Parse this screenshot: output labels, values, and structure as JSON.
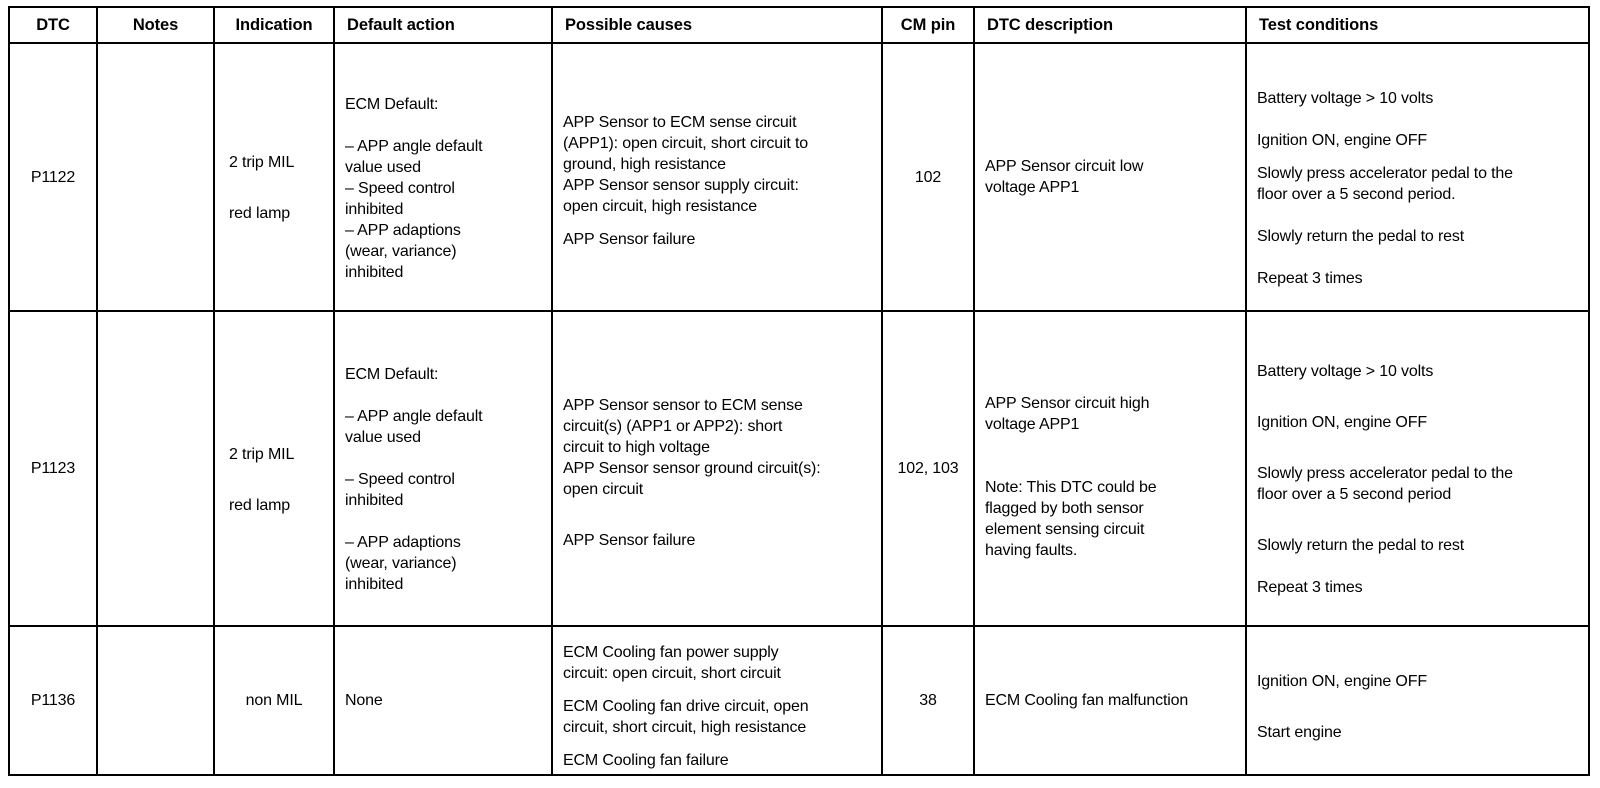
{
  "table": {
    "columns": [
      {
        "key": "dtc",
        "label": "DTC"
      },
      {
        "key": "notes",
        "label": "Notes"
      },
      {
        "key": "indication",
        "label": "Indication"
      },
      {
        "key": "default",
        "label": "Default action"
      },
      {
        "key": "causes",
        "label": "Possible causes"
      },
      {
        "key": "cmpin",
        "label": "CM pin"
      },
      {
        "key": "desc",
        "label": "DTC description"
      },
      {
        "key": "test",
        "label": "Test conditions"
      }
    ],
    "rows": [
      {
        "dtc": "P1122",
        "notes": "",
        "indication_line1": "2 trip MIL",
        "indication_line2": "red lamp",
        "default_heading": "ECM Default:",
        "default_items": [
          "– APP angle default\nvalue used",
          "– Speed control\ninhibited",
          "– APP adaptions\n(wear, variance)\ninhibited"
        ],
        "causes": [
          "APP Sensor to ECM sense circuit\n(APP1): open circuit, short circuit to\nground, high resistance",
          "APP Sensor sensor supply circuit:\nopen circuit, high resistance",
          "APP Sensor failure"
        ],
        "cmpin": "102",
        "description": [
          "APP Sensor circuit low\nvoltage APP1"
        ],
        "test": [
          "Battery voltage > 10 volts",
          "Ignition ON, engine OFF",
          "Slowly press accelerator pedal to the\nfloor over a 5 second period.",
          "Slowly return the pedal to rest",
          "Repeat 3 times"
        ]
      },
      {
        "dtc": "P1123",
        "notes": "",
        "indication_line1": "2 trip MIL",
        "indication_line2": "red lamp",
        "default_heading": "ECM Default:",
        "default_items": [
          "– APP angle default\nvalue used",
          "– Speed control\ninhibited",
          "– APP adaptions\n(wear, variance)\ninhibited"
        ],
        "causes": [
          "APP Sensor sensor to ECM sense\ncircuit(s) (APP1 or APP2): short\ncircuit to high voltage",
          "APP Sensor sensor ground circuit(s):\nopen circuit",
          "APP Sensor failure"
        ],
        "cmpin": "102, 103",
        "description": [
          "APP Sensor circuit high\nvoltage APP1",
          "Note: This DTC could be\nflagged by both sensor\nelement sensing circuit\nhaving faults."
        ],
        "test": [
          "Battery voltage > 10 volts",
          "Ignition ON, engine OFF",
          "Slowly press accelerator pedal to the\nfloor over a 5 second period",
          "Slowly return the pedal to rest",
          "Repeat 3 times"
        ]
      },
      {
        "dtc": "P1136",
        "notes": "",
        "indication_line1": "non MIL",
        "indication_line2": "",
        "default_heading": "None",
        "default_items": [],
        "causes": [
          "ECM Cooling fan power supply\ncircuit: open circuit, short circuit",
          "ECM Cooling fan drive circuit, open\ncircuit, short circuit, high resistance",
          "ECM Cooling fan failure"
        ],
        "cmpin": "38",
        "description": [
          "ECM Cooling fan malfunction"
        ],
        "test": [
          "Ignition ON, engine OFF",
          "Start engine"
        ]
      }
    ]
  }
}
